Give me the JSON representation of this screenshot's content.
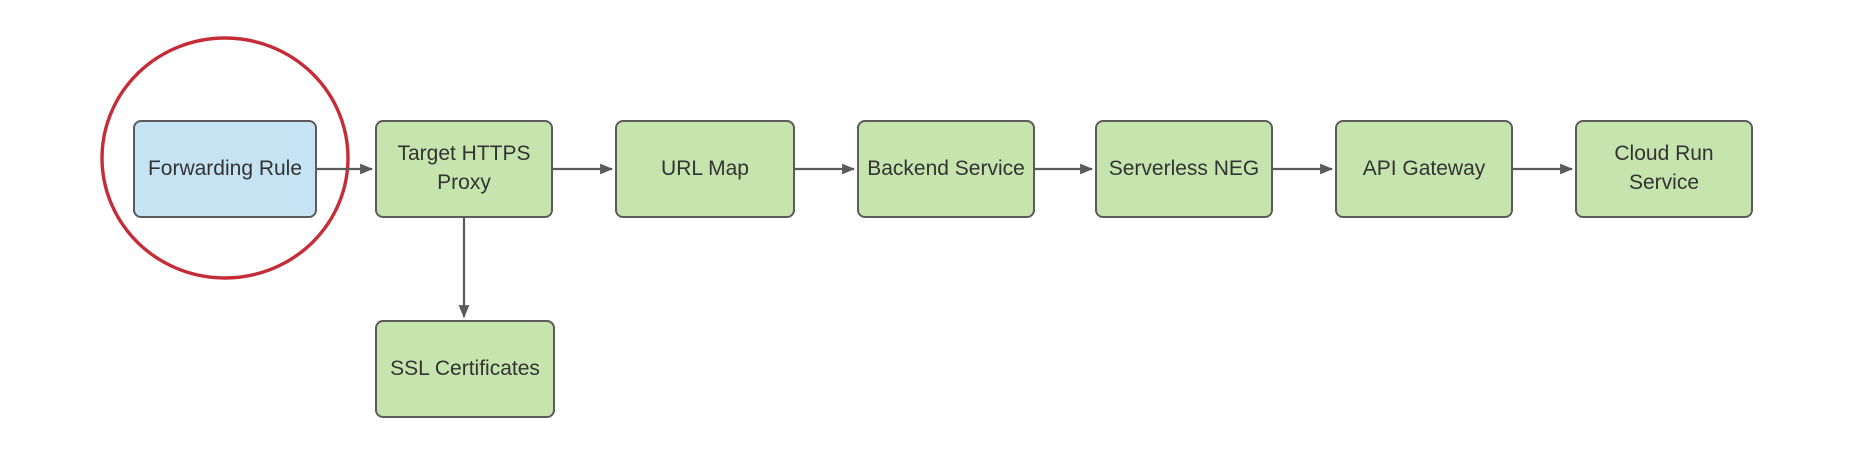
{
  "diagram": {
    "nodes": [
      {
        "id": "forwarding-rule",
        "label": "Forwarding Rule",
        "highlighted": true
      },
      {
        "id": "target-https-proxy",
        "label": "Target HTTPS\nProxy",
        "highlighted": false
      },
      {
        "id": "url-map",
        "label": "URL Map",
        "highlighted": false
      },
      {
        "id": "backend-service",
        "label": "Backend Service",
        "highlighted": false
      },
      {
        "id": "serverless-neg",
        "label": "Serverless NEG",
        "highlighted": false
      },
      {
        "id": "api-gateway",
        "label": "API Gateway",
        "highlighted": false
      },
      {
        "id": "cloud-run-service",
        "label": "Cloud Run\nService",
        "highlighted": false
      },
      {
        "id": "ssl-certificates",
        "label": "SSL Certificates",
        "highlighted": false
      }
    ],
    "edges": [
      {
        "from": "forwarding-rule",
        "to": "target-https-proxy"
      },
      {
        "from": "target-https-proxy",
        "to": "url-map"
      },
      {
        "from": "url-map",
        "to": "backend-service"
      },
      {
        "from": "backend-service",
        "to": "serverless-neg"
      },
      {
        "from": "serverless-neg",
        "to": "api-gateway"
      },
      {
        "from": "api-gateway",
        "to": "cloud-run-service"
      },
      {
        "from": "target-https-proxy",
        "to": "ssl-certificates"
      }
    ],
    "annotations": [
      {
        "type": "ellipse",
        "target": "forwarding-rule",
        "meaning": "highlighted-step"
      }
    ],
    "colors": {
      "background": "#ffffff",
      "node_fill": "#c6e5ae",
      "highlight_fill": "#c5e3f3",
      "node_border": "#5b5b5b",
      "connector": "#5b5b5b",
      "highlight_circle": "#c62c38",
      "text": "#333333"
    }
  }
}
